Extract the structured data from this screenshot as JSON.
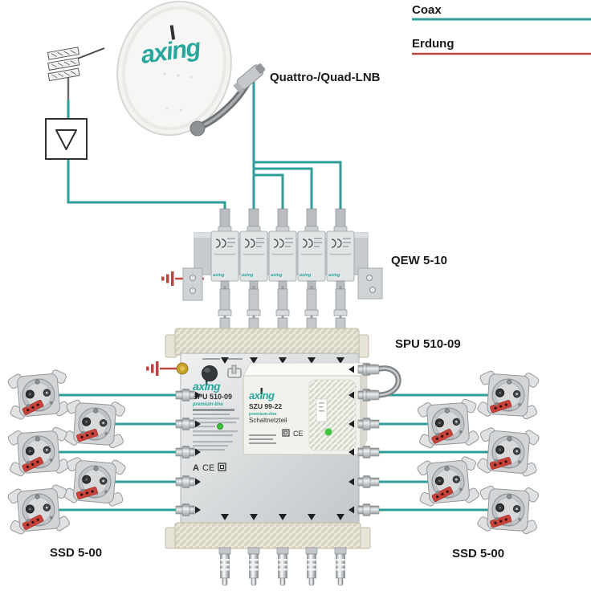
{
  "legend": {
    "coax": "Coax",
    "erdung": "Erdung"
  },
  "callouts": {
    "lnb": "Quattro-/Quad-LNB",
    "qew": "QEW 5-10",
    "spu": "SPU 510-09",
    "ssd_left": "SSD 5-00",
    "ssd_right": "SSD 5-00"
  },
  "brand": "axing",
  "spu_panel": {
    "model": "SPU 510-09",
    "line": "premium-line",
    "approval": "A",
    "ce": "CE"
  },
  "szu_panel": {
    "model": "SZU 99-22",
    "line": "premium-line",
    "type": "Schaltnetzteil",
    "ce": "CE"
  },
  "colors": {
    "coax": "#2f9e98",
    "erdung": "#bb4540",
    "brand": "#2aa79d"
  }
}
